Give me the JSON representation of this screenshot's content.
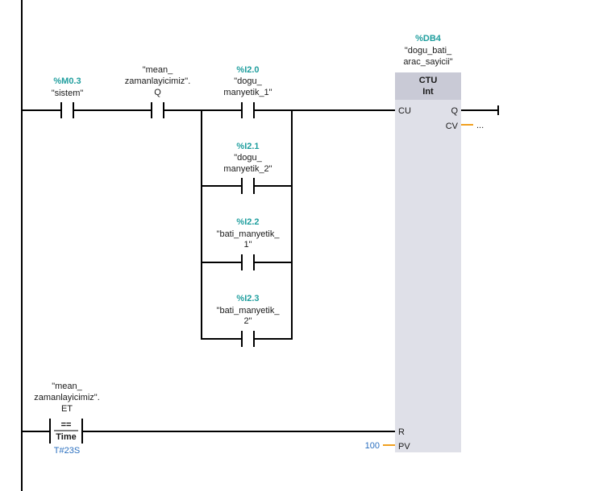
{
  "rung": {
    "contacts": [
      {
        "address": "%M0.3",
        "tag_lines": [
          "\"sistem\""
        ]
      },
      {
        "address": "",
        "tag_lines": [
          "\"mean_",
          "zamanlayicimiz\".",
          "Q"
        ]
      },
      {
        "address": "%I2.0",
        "tag_lines": [
          "\"dogu_",
          "manyetik_1\""
        ]
      },
      {
        "address": "%I2.1",
        "tag_lines": [
          "\"dogu_",
          "manyetik_2\""
        ]
      },
      {
        "address": "%I2.2",
        "tag_lines": [
          "\"bati_manyetik_",
          "1\""
        ]
      },
      {
        "address": "%I2.3",
        "tag_lines": [
          "\"bati_manyetik_",
          "2\""
        ]
      }
    ],
    "comparator": {
      "tag_lines": [
        "\"mean_",
        "zamanlayicimiz\".",
        "ET"
      ],
      "operator": "==",
      "type": "Time",
      "value": "T#23S"
    },
    "counter": {
      "db_address": "%DB4",
      "db_name_lines": [
        "\"dogu_bati_",
        "arac_sayicii\""
      ],
      "title": "CTU",
      "type": "Int",
      "pin_cu": "CU",
      "pin_r": "R",
      "pin_pv": "PV",
      "pin_q": "Q",
      "pin_cv": "CV",
      "cv_value": "...",
      "pv_value": "100"
    }
  },
  "colors": {
    "address": "#1f9e9e",
    "block_bg": "#dfe0e8",
    "block_header": "#c9cad6",
    "pin_line": "#f0a020",
    "constant": "#2a6fbf"
  }
}
